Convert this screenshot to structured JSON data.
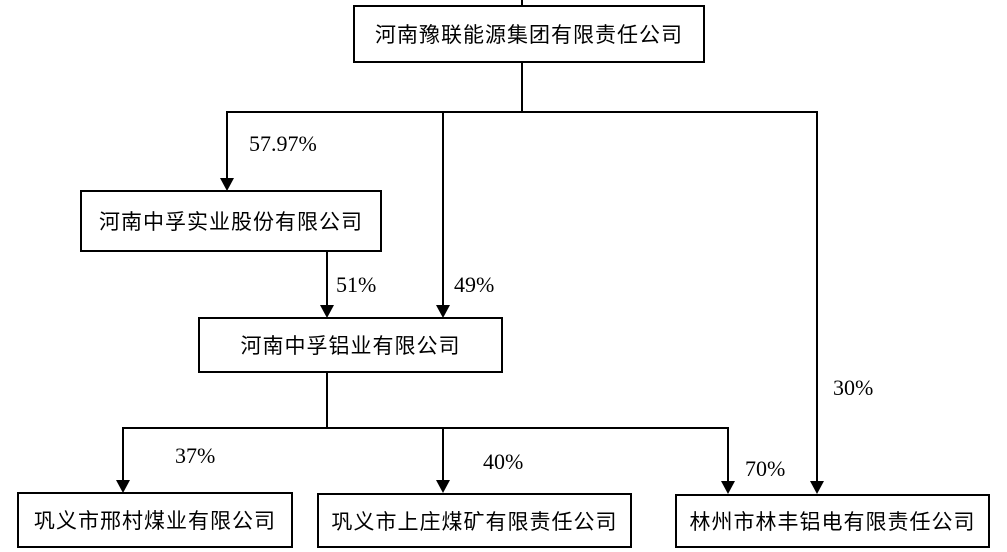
{
  "diagram": {
    "type": "org-shareholding-chart",
    "colors": {
      "line": "#000000",
      "background": "#ffffff",
      "text": "#000000"
    },
    "nodes": {
      "root": {
        "label": "河南豫联能源集团有限责任公司"
      },
      "industry": {
        "label": "河南中孚实业股份有限公司"
      },
      "aluminum": {
        "label": "河南中孚铝业有限公司"
      },
      "xingcun": {
        "label": "巩义市邢村煤业有限公司"
      },
      "shangzhuang": {
        "label": "巩义市上庄煤矿有限责任公司"
      },
      "linfeng": {
        "label": "林州市林丰铝电有限责任公司"
      }
    },
    "edges": {
      "root_to_industry": {
        "from": "root",
        "to": "industry",
        "label": "57.97%"
      },
      "industry_to_aluminum": {
        "from": "industry",
        "to": "aluminum",
        "label": "51%"
      },
      "root_to_aluminum": {
        "from": "root",
        "to": "aluminum",
        "label": "49%"
      },
      "aluminum_to_xingcun": {
        "from": "aluminum",
        "to": "xingcun",
        "label": "37%"
      },
      "aluminum_to_shangzhuang": {
        "from": "aluminum",
        "to": "shangzhuang",
        "label": "40%"
      },
      "aluminum_to_linfeng": {
        "from": "aluminum",
        "to": "linfeng",
        "label": "70%"
      },
      "root_to_linfeng": {
        "from": "root",
        "to": "linfeng",
        "label": "30%"
      }
    }
  }
}
